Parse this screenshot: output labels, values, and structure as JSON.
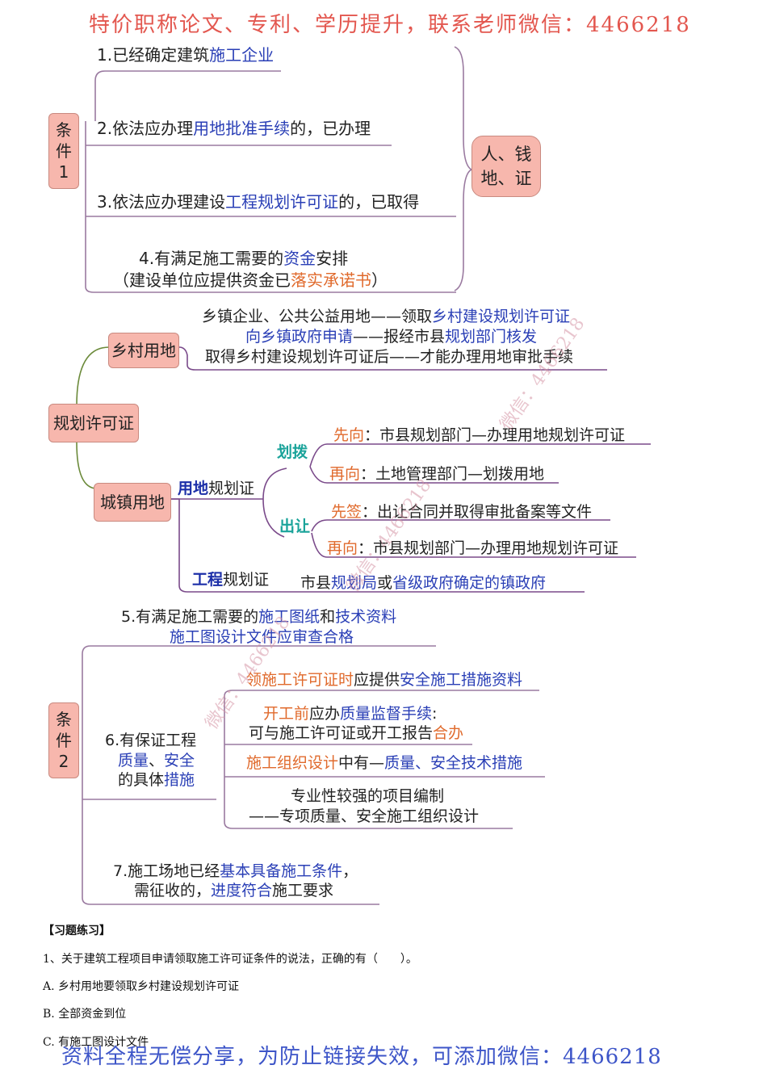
{
  "watermark_top": "特价职称论文、专利、学历提升，联系老师微信：4466218",
  "watermark_bottom": "资料全程无偿分享，为防止链接失效，可添加微信：4466218",
  "watermark_diag": "微信：4466218",
  "watermark_diag_short": "微信：",
  "cond1": {
    "box": "条\n件\n1",
    "summary": "人、钱\n地、证",
    "i1a": "1.已经确定建筑",
    "i1b": "施工企业",
    "i2a": "2.依法应办理",
    "i2b": "用地批准手续",
    "i2c": "的，已办理",
    "i3a": "3.依法应办理建设",
    "i3b": "工程规划许可证",
    "i3c": "的，已取得",
    "i4a": "4.有满足施工需要的",
    "i4b": "资金",
    "i4c": "安排",
    "i4d": "（建设单位应提供资金已",
    "i4e": "落实承诺书",
    "i4f": "）"
  },
  "plan": {
    "root": "规划许可证",
    "rural": "乡村用地",
    "r1a": "乡镇企业、公共公益用地——领取",
    "r1b": "乡村建设规划许可证",
    "r2a": "向乡镇政府申请",
    "r2b": "——报经市县",
    "r2c": "规划部门核发",
    "r3": "取得乡村建设规划许可证后——才能办理用地审批手续",
    "urban": "城镇用地",
    "land_a": "用地",
    "land_b": "规划证",
    "alloc": "划拨",
    "a1a": "先向",
    "a1b": "：市县规划部门—办理用地规划许可证",
    "a2a": "再向",
    "a2b": "：土地管理部门—划拨用地",
    "trans": "出让",
    "t1a": "先签",
    "t1b": "：出让合同并取得审批备案等文件",
    "t2a": "再向",
    "t2b": "：市县规划部门—办理用地规划许可证",
    "eng_a": "工程",
    "eng_b": "规划证",
    "e1a": "市县",
    "e1b": "规划局",
    "e1c": "或",
    "e1d": "省级政府确定的镇政府"
  },
  "cond2": {
    "box": "条\n件\n2",
    "i5a": "5.有满足施工需要的",
    "i5b": "施工图纸",
    "i5c": "和",
    "i5d": "技术资料",
    "i5e": "施工图设计文件应",
    "i5f": "审查合格",
    "i6a": "6.有保证工程",
    "i6b": "质量",
    "i6c": "、",
    "i6d": "安全",
    "i6e": "的具体",
    "i6f": "措施",
    "s1a": "领施工许可证时",
    "s1b": "应提供",
    "s1c": "安全施工措施资料",
    "s2a": "开工前",
    "s2b": "应办",
    "s2c": "质量监督手续",
    "s2d": ":",
    "s2e": "可与施工许可证或开工报告",
    "s2f": "合办",
    "s3a": "施工组织设计",
    "s3b": "中有—",
    "s3c": "质量、安全技术措施",
    "s4a": "专业性较强的项目编制",
    "s4b": "——专项质量、安全施工组织设计",
    "i7a": "7.施工场地已经",
    "i7b": "基本具备施工条件",
    "i7c": "，",
    "i7d": "需征收的，",
    "i7e": "进度符合",
    "i7f": "施工要求"
  },
  "exercise": {
    "title": "【习题练习】",
    "q1": "1、关于建筑工程项目申请领取施工许可证条件的说法，正确的有（　　）。",
    "optA": "A.  乡村用地要领取乡村建设规划许可证",
    "optB": "B.  全部资金到位",
    "optC": "C.  有施工图设计文件"
  }
}
